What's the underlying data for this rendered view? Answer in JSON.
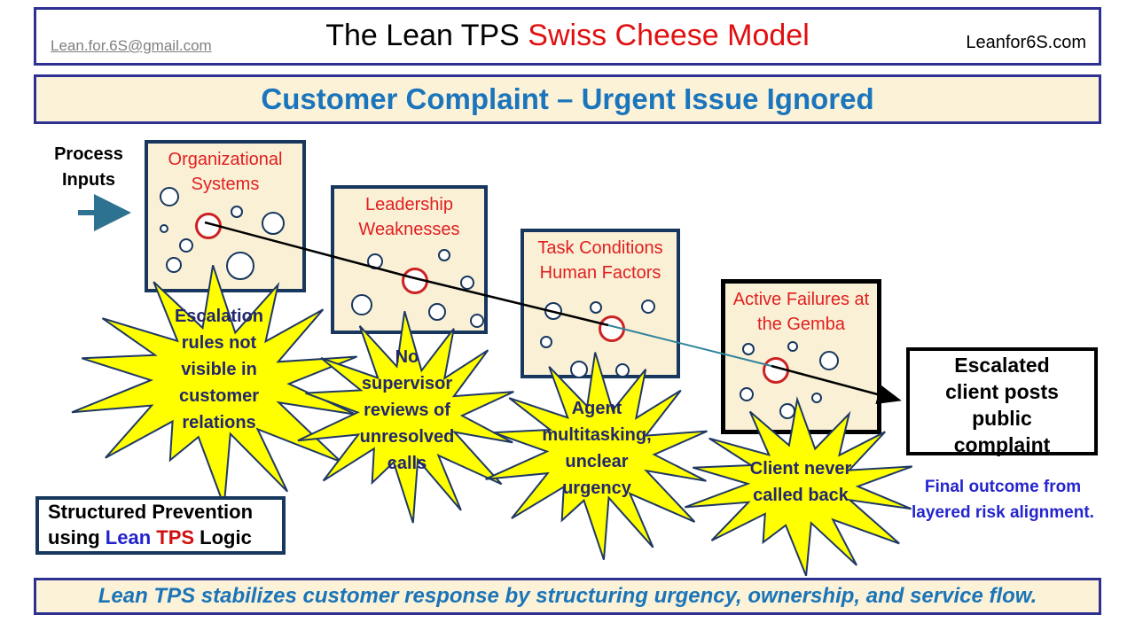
{
  "header": {
    "email": "Lean.for.6S@gmail.com",
    "title_black": "The Lean TPS ",
    "title_red": " Swiss Cheese Model",
    "site": "Leanfor6S.com"
  },
  "banner": {
    "title": "Customer Complaint – Urgent Issue Ignored"
  },
  "process": {
    "label": "Process\nInputs"
  },
  "slices": [
    {
      "label": "Organizational Systems"
    },
    {
      "label": "Leadership Weaknesses"
    },
    {
      "label": "Task Conditions Human Factors"
    },
    {
      "label": "Active Failures at the Gemba"
    }
  ],
  "failures": [
    {
      "label": "Escalation rules not visible in customer relations"
    },
    {
      "label": "No supervisor reviews of unresolved calls"
    },
    {
      "label": "Agent multitasking, unclear urgency"
    },
    {
      "label": "Client never called back"
    }
  ],
  "outcome": {
    "box_text": "Escalated client posts public complaint",
    "caption": "Final outcome from layered risk alignment."
  },
  "prevention": {
    "line1": "Structured Prevention",
    "using": "using",
    "lean": " Lean",
    "tps": " TPS",
    "logic": " Logic"
  },
  "footer": {
    "text": "Lean TPS stabilizes customer response by structuring urgency, ownership, and service flow."
  },
  "colors": {
    "border_blue": "#2E3192",
    "slice_border_navy": "#17375E",
    "cheese_cream": "#FAF0D6",
    "banner_cream": "#FBF2D8",
    "label_red": "#E02020",
    "hole_red": "#CC2222",
    "banner_blue": "#1B75BC",
    "footer_blue": "#1B74B8",
    "star_yellow": "#FFFF00",
    "star_text_navy": "#23286E",
    "caption_blue": "#2525CD",
    "teal_line": "#31849B",
    "process_arrow_teal": "#2E7291",
    "email_gray": "#7F7F7F"
  }
}
